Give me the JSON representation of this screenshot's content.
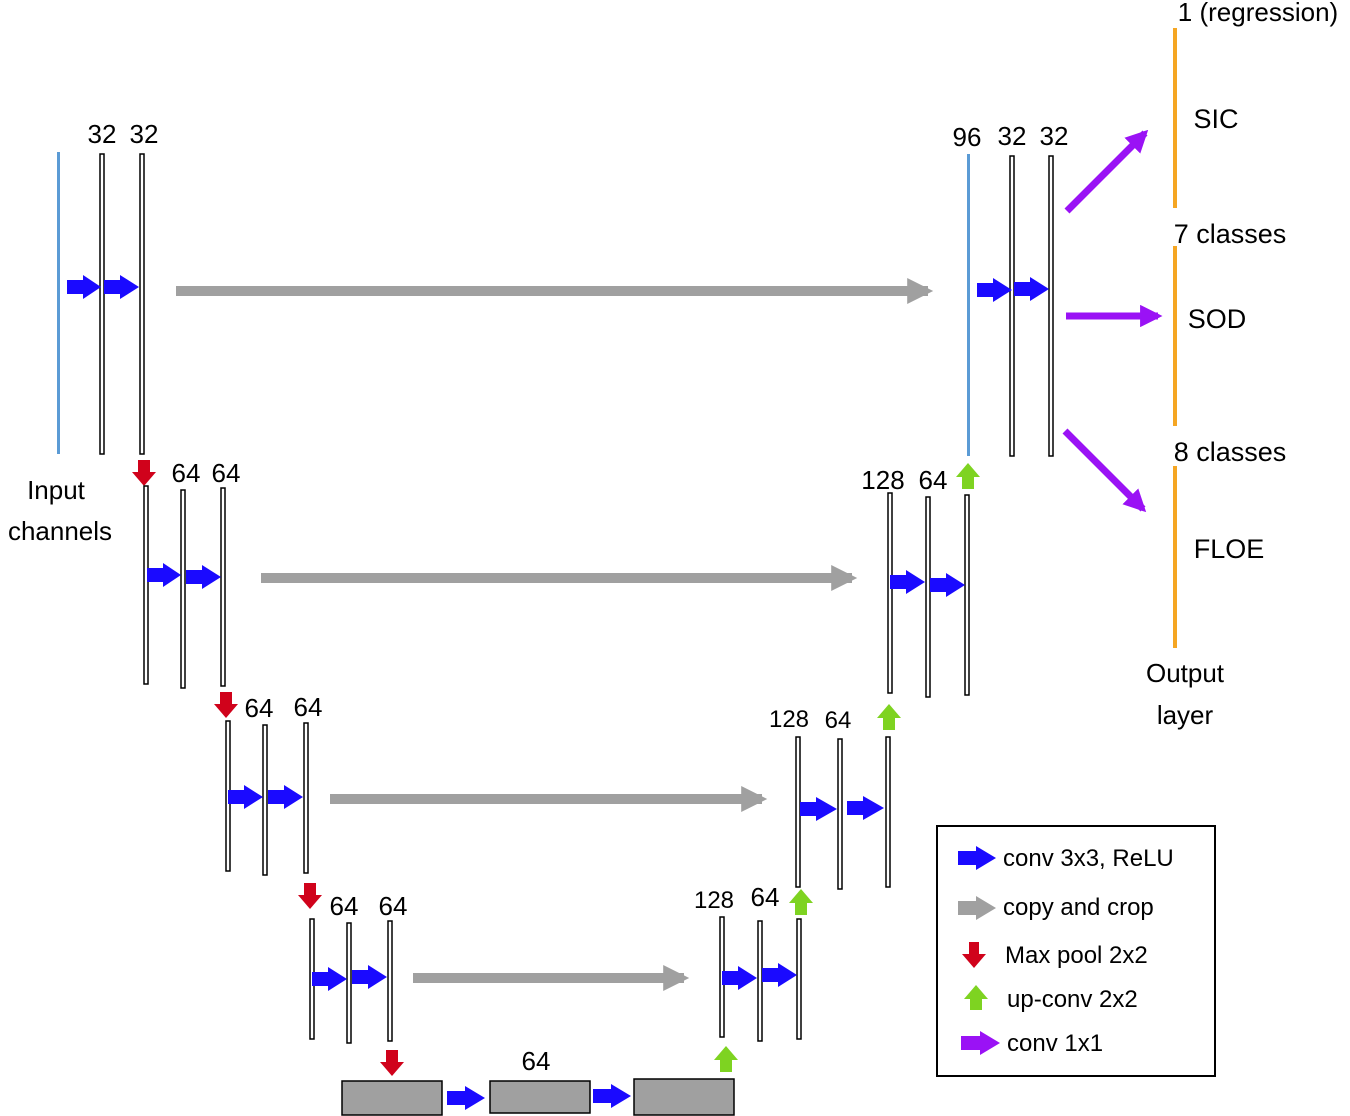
{
  "colors": {
    "conv": "#1a0aff",
    "copy": "#a0a0a0",
    "pool": "#d0021b",
    "upconv": "#7ed321",
    "conv1x1": "#9a12f5",
    "input_line": "#5b9bd5",
    "output_line": "#f5a623",
    "bottleneck_fill": "#a0a0a0"
  },
  "encoder": {
    "level1": {
      "c1": "32",
      "c2": "32"
    },
    "level2": {
      "c1": "64",
      "c2": "64"
    },
    "level3": {
      "c1": "64",
      "c2": "64"
    },
    "level4": {
      "c1": "64",
      "c2": "64"
    }
  },
  "bottleneck": {
    "label": "64"
  },
  "decoder": {
    "level4": {
      "c1": "128",
      "c2": "64"
    },
    "level3": {
      "c1": "128",
      "c2": "64"
    },
    "level2": {
      "c1": "128",
      "c2": "64"
    },
    "level1": {
      "c1": "96",
      "c2": "32",
      "c3": "32"
    }
  },
  "input_label": {
    "line1": "Input",
    "line2": "channels"
  },
  "outputs": {
    "sic_channels": "1 (regression)",
    "sic": "SIC",
    "sod_channels": "7 classes",
    "sod": "SOD",
    "floe_channels": "8 classes",
    "floe": "FLOE",
    "layer_line1": "Output",
    "layer_line2": "layer"
  },
  "legend": {
    "conv": "conv 3x3, ReLU",
    "copy": "copy and crop",
    "pool": "Max pool 2x2",
    "upconv": "up-conv 2x2",
    "conv1x1": "conv 1x1"
  }
}
